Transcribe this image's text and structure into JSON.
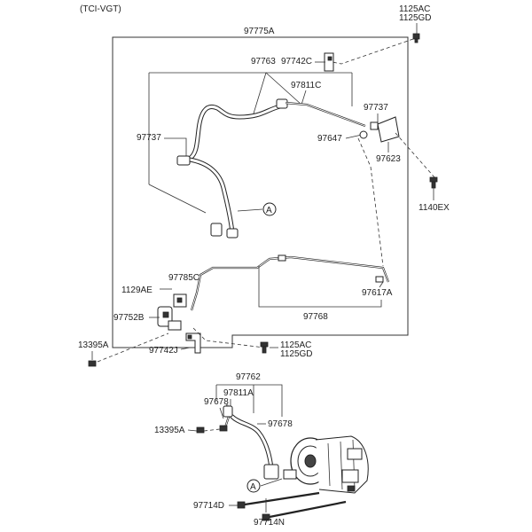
{
  "diagram": {
    "variant": "(TCI-VGT)",
    "ref_circle": "A",
    "labels": {
      "p97775A": "97775A",
      "p1125AC_top": "1125AC",
      "p1125GD_top": "1125GD",
      "p97763": "97763",
      "p97742C": "97742C",
      "p97811C": "97811C",
      "p97737_right": "97737",
      "p97737_left": "97737",
      "p97647": "97647",
      "p97623": "97623",
      "p1140EX": "1140EX",
      "p97785C": "97785C",
      "p1129AE": "1129AE",
      "p97752B": "97752B",
      "p97617A": "97617A",
      "p97768": "97768",
      "p13395A_upper": "13395A",
      "p97742J": "97742J",
      "p1125AC_mid": "1125AC",
      "p1125GD_mid": "1125GD",
      "p97762": "97762",
      "p97811A": "97811A",
      "p97678_left": "97678",
      "p97678_right": "97678",
      "p13395A_lower": "13395A",
      "p97714D": "97714D",
      "p97714N": "97714N"
    }
  }
}
